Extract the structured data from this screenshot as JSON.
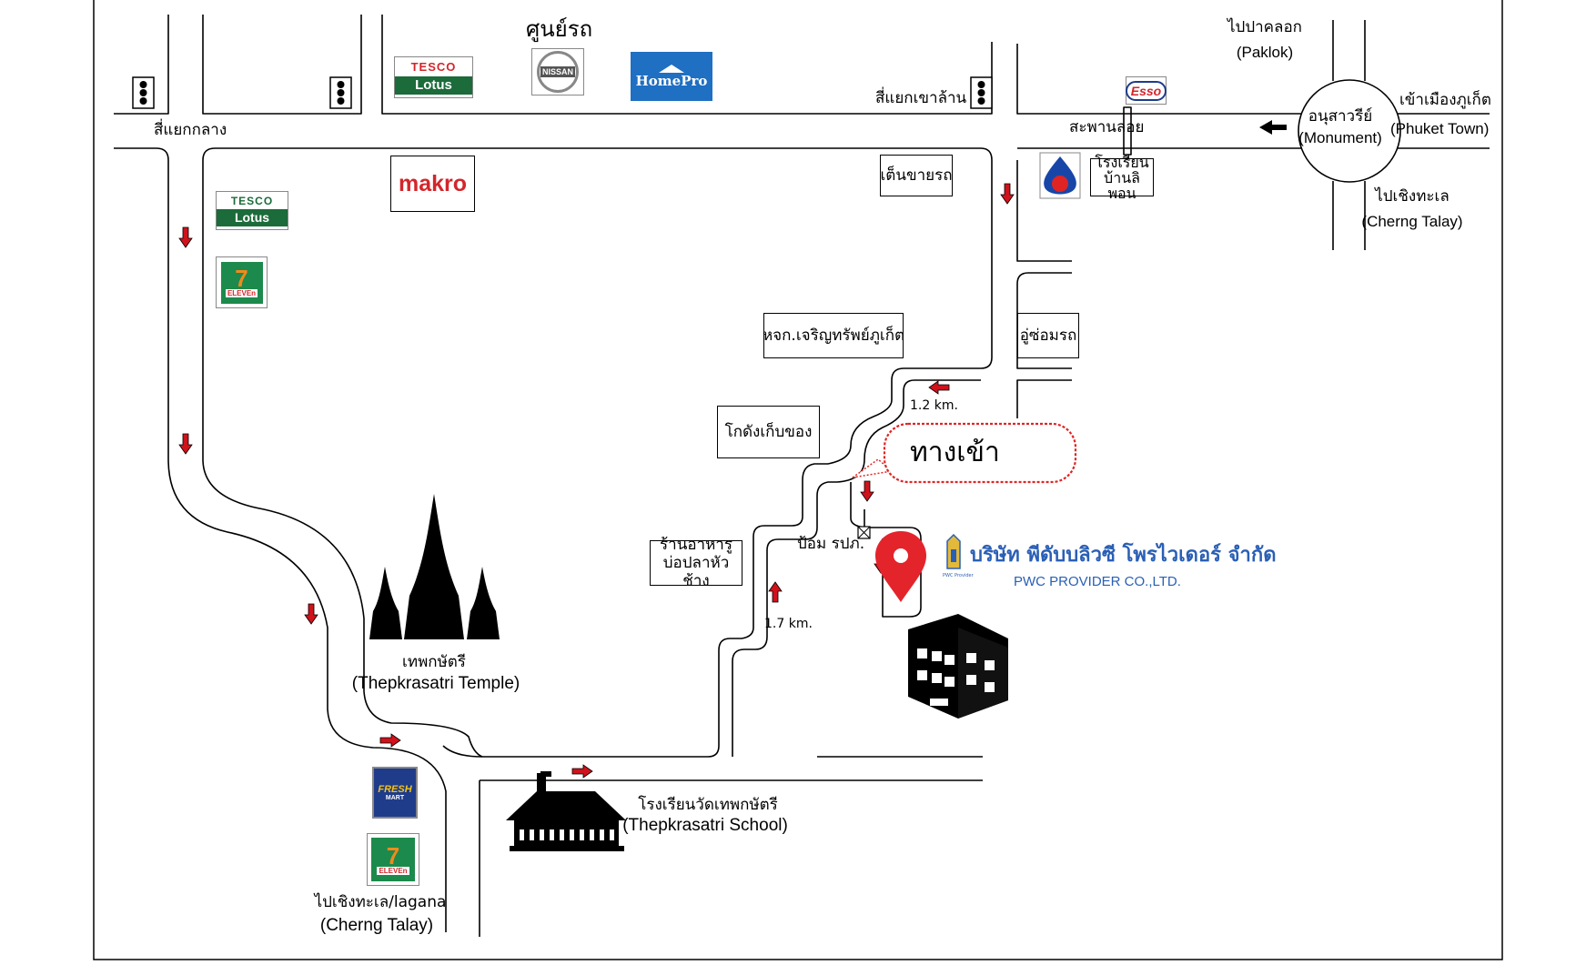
{
  "map": {
    "labels": {
      "service_center": "ศูนย์รถ",
      "to_paklok_th": "ไปปาคลอก",
      "to_paklok_en": "(Paklok)",
      "to_phuket_town_th": "เข้าเมืองภูเก็ต",
      "to_phuket_town_en": "(Phuket Town)",
      "monument_th": "อนุสาวรีย์",
      "monument_en": "(Monument)",
      "to_cherng_talay_right_th": "ไปเชิงทะเล",
      "to_cherng_talay_right_en": "(Cherng Talay)",
      "khaolan_intersection": "สี่แยกเขาล้าน",
      "middle_intersection": "สี่แยกกลาง",
      "overpass": "สะพานลอย",
      "school_banlipon": "โรงเรียน บ้านลิพอน",
      "car_dealer": "เต็นขายรถ",
      "charoensap": "หจก.เจริญทรัพย์ภูเก็ต",
      "garage": "อู่ซ่อมรถ",
      "warehouse": "โกดังเก็บของ",
      "restaurant": "ร้านอาหารู บ่อปลาหัวช้าง",
      "police_box": "ป้อม รปภ.",
      "entrance": "ทางเข้า",
      "dist_1_2": "1.2  km.",
      "dist_1_7": "1.7  km.",
      "temple_th": "เทพกษัตรี",
      "temple_en": "(Thepkrasatri Temple)",
      "school_thepkrasatri_th": "โรงเรียนวัดเทพกษัตรี",
      "school_thepkrasatri_en": "(Thepkrasatri School)",
      "to_cherng_talay_left_th": "ไปเชิงทะเล/lagana",
      "to_cherng_talay_left_en": "(Cherng Talay)"
    },
    "company": {
      "name_th": "บริษัท พีดับบลิวซี โพรไวเดอร์ จำกัด",
      "name_en": "PWC PROVIDER CO.,LTD.",
      "emblem_caption": "PWC Provider"
    },
    "logos": {
      "tesco_top": "TESCO",
      "lotus": "Lotus",
      "nissan": "NISSAN",
      "homepro": "HomePro",
      "makro": "makro",
      "esso": "Esso",
      "seven_eleven": "ELEVEn",
      "fresh": "FRESH",
      "fresh_sub": "MART"
    },
    "colors": {
      "arrow_red": "#d0121b",
      "pin_red": "#e3242b",
      "tesco_green": "#1c6b3a",
      "homepro_blue": "#1f6fc2",
      "makro_red": "#d3262b",
      "company_blue": "#2a5fb5",
      "cloud_red": "#e02424"
    }
  }
}
